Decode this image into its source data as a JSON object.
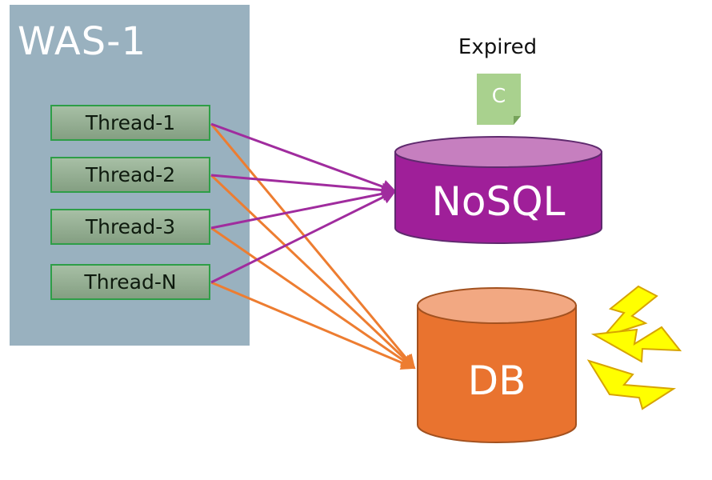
{
  "was": {
    "title": "WAS-1"
  },
  "threads": [
    {
      "label": "Thread-1"
    },
    {
      "label": "Thread-2"
    },
    {
      "label": "Thread-3"
    },
    {
      "label": "Thread-N"
    }
  ],
  "cache": {
    "status_label": "Expired",
    "item_letter": "C"
  },
  "nosql": {
    "label": "NoSQL"
  },
  "db": {
    "label": "DB"
  },
  "colors": {
    "was_panel": "#99b1bf",
    "thread_border": "#2e9e47",
    "nosql_arrow": "#a02c9e",
    "db_arrow": "#ed7d31",
    "nosql_fill": "#9f1f99",
    "db_fill": "#e9732f",
    "cache_note": "#a9d18e",
    "lightning": "#ffff00"
  }
}
